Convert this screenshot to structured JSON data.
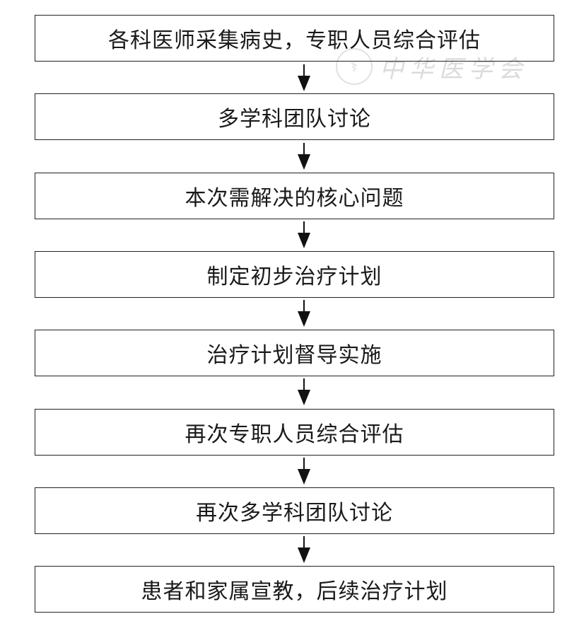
{
  "steps": [
    "各科医师采集病史，专职人员综合评估",
    "多学科团队讨论",
    "本次需解决的核心问题",
    "制定初步治疗计划",
    "治疗计划督导实施",
    "再次专职人员综合评估",
    "再次多学科团队讨论",
    "患者和家属宣教，后续治疗计划"
  ],
  "watermark": "中华医学会"
}
